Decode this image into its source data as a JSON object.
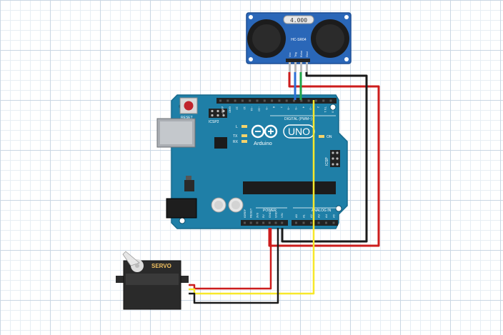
{
  "sensor": {
    "crystal_label": "4.000",
    "model_label": "HC-SR04",
    "pins": [
      "Vcc",
      "Trig",
      "Echo",
      "Gnd"
    ]
  },
  "arduino": {
    "reset_label": "RESET",
    "icsp2_label": "ICSP2",
    "icsp_label": "ICSP",
    "digital_label": "DIGITAL (PWM~)",
    "brand_label": "Arduino",
    "model_label": "UNO",
    "l_label": "L",
    "tx_label": "TX",
    "rx_label": "RX",
    "on_label": "ON",
    "power_label": "POWER",
    "analog_label": "ANALOG IN",
    "digital_pins": [
      "AREF",
      "GND",
      "13",
      "12",
      "~11",
      "~10",
      "~9",
      "8",
      "7",
      "~6",
      "~5",
      "4",
      "~3",
      "2",
      "TX 1",
      "RX 0"
    ],
    "power_pins": [
      "IOREF",
      "RESET",
      "3V3",
      "5V",
      "GND",
      "GND",
      "VIN"
    ],
    "analog_pins": [
      "A0",
      "A1",
      "A2",
      "A3",
      "A4",
      "A5"
    ]
  },
  "servo": {
    "label": "SERVO"
  },
  "colors": {
    "board": "#1f7fa7",
    "wire_red": "#cc1c1c",
    "wire_black": "#1a1a1a",
    "wire_yellow": "#f7e82a",
    "wire_green": "#22a64a",
    "wire_blue": "#2c6fd6",
    "sensor_blue": "#2a67b8"
  }
}
